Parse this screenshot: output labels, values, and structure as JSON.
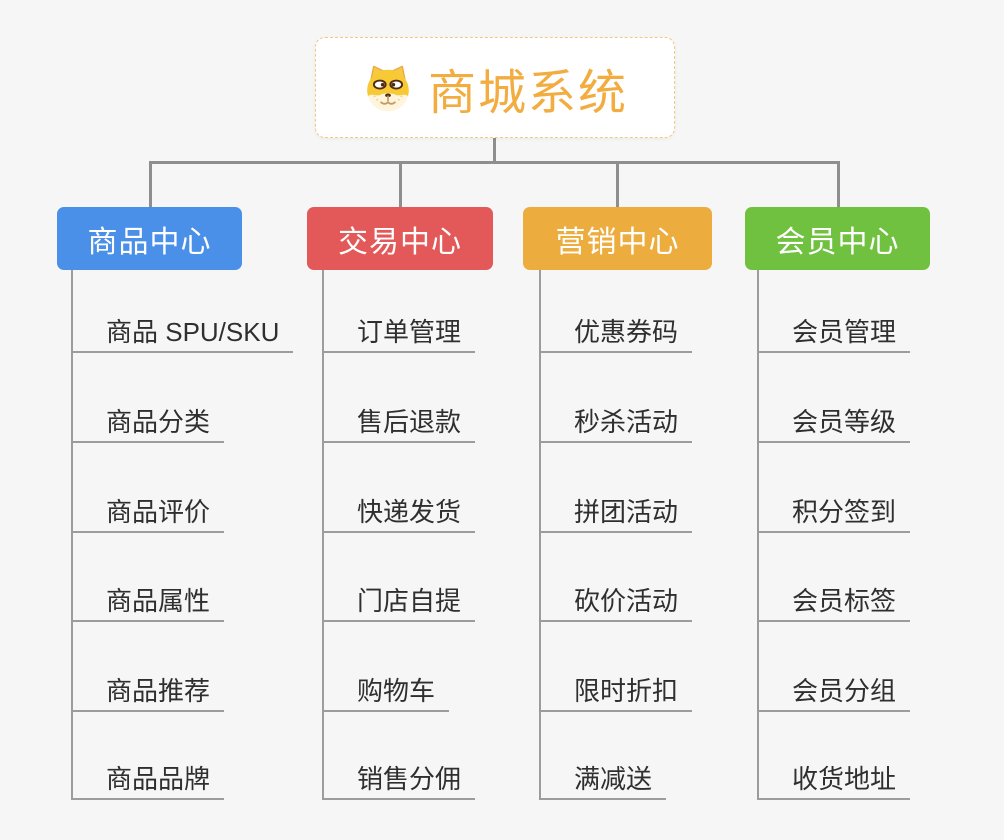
{
  "canvas": {
    "background": "#F5F6F5",
    "connector_color": "#8E8E8E",
    "item_line_color": "#9C9C9C"
  },
  "root": {
    "title": "商城系统",
    "icon": "dog-face-icon",
    "text_color": "#F2AC40",
    "border_color": "#F3C883"
  },
  "branches": [
    {
      "label": "商品中心",
      "color": "#4A90E8",
      "items": [
        "商品 SPU/SKU",
        "商品分类",
        "商品评价",
        "商品属性",
        "商品推荐",
        "商品品牌"
      ]
    },
    {
      "label": "交易中心",
      "color": "#E35858",
      "items": [
        "订单管理",
        "售后退款",
        "快递发货",
        "门店自提",
        "购物车",
        "销售分佣"
      ]
    },
    {
      "label": "营销中心",
      "color": "#EDAD3E",
      "items": [
        "优惠券码",
        "秒杀活动",
        "拼团活动",
        "砍价活动",
        "限时折扣",
        "满减送"
      ]
    },
    {
      "label": "会员中心",
      "color": "#6FC13F",
      "items": [
        "会员管理",
        "会员等级",
        "积分签到",
        "会员标签",
        "会员分组",
        "收货地址"
      ]
    }
  ]
}
